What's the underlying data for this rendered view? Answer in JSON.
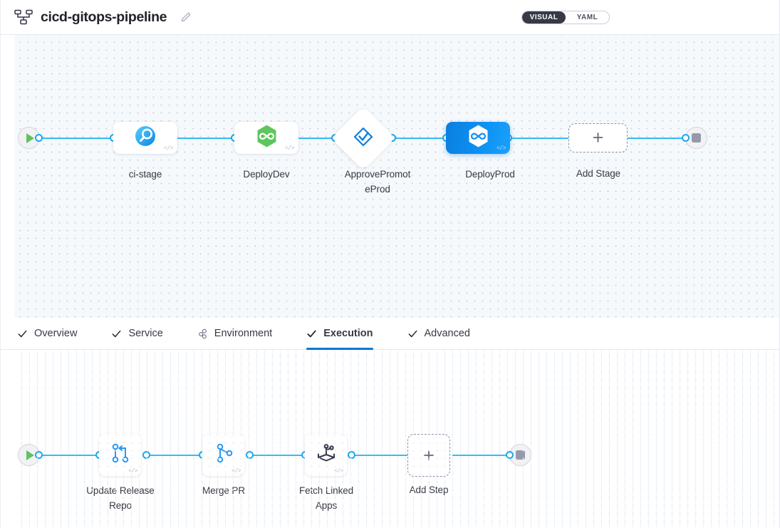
{
  "header": {
    "icon": "pipeline-icon",
    "title": "cicd-gitops-pipeline",
    "edit_icon": "pencil-icon",
    "view_toggle": {
      "options": [
        {
          "label": "VISUAL",
          "active": true
        },
        {
          "label": "YAML",
          "active": false
        }
      ]
    }
  },
  "stage_canvas": {
    "start_node": {
      "icon": "play-icon"
    },
    "end_node": {
      "icon": "stop-icon"
    },
    "stages": [
      {
        "label": "ci-stage",
        "icon": "ci-build-icon",
        "type": "rect",
        "selected": false,
        "code_badge": "</>"
      },
      {
        "label": "DeployDev",
        "icon": "gitops-hexagon-icon",
        "type": "rect",
        "selected": false,
        "code_badge": "</>"
      },
      {
        "label": "ApprovePromot\nePr od",
        "icon": "approval-diamond-icon",
        "type": "diamond",
        "selected": false,
        "code_badge": ""
      },
      {
        "label": "DeployProd",
        "icon": "gitops-hexagon-icon",
        "type": "rect",
        "selected": true,
        "code_badge": "</>"
      }
    ],
    "stage_labels": {
      "ci_stage": "ci-stage",
      "deploy_dev": "DeployDev",
      "approve_line1": "ApprovePromot",
      "approve_line2": "eProd",
      "deploy_prod": "DeployProd"
    },
    "add_stage": {
      "label": "Add Stage",
      "icon": "plus-icon"
    }
  },
  "tabs": [
    {
      "label": "Overview",
      "icon": "check-icon",
      "active": false
    },
    {
      "label": "Service",
      "icon": "check-icon",
      "active": false
    },
    {
      "label": "Environment",
      "icon": "environment-icon",
      "active": false
    },
    {
      "label": "Execution",
      "icon": "check-icon",
      "active": true
    },
    {
      "label": "Advanced",
      "icon": "check-icon",
      "active": false
    }
  ],
  "step_canvas": {
    "start_node": {
      "icon": "play-icon"
    },
    "end_node": {
      "icon": "stop-icon"
    },
    "steps": [
      {
        "label_line1": "Update Release",
        "label_line2": "Repo",
        "icon": "git-branch-icon",
        "code_badge": "</>"
      },
      {
        "label_line1": "Merge PR",
        "label_line2": "",
        "icon": "git-merge-icon",
        "code_badge": "</>"
      },
      {
        "label_line1": "Fetch Linked",
        "label_line2": "Apps",
        "icon": "linked-apps-icon",
        "code_badge": "</>"
      }
    ],
    "add_step": {
      "label": "Add Step",
      "icon": "plus-icon"
    }
  },
  "colors": {
    "accent_blue": "#0278d5",
    "connector_blue": "#33bdf5",
    "selected_node": "#0d91f2",
    "gitops_green": "#5ec65e",
    "canvas_bg": "#f6f9fc",
    "toggle_active_bg": "#383946"
  }
}
